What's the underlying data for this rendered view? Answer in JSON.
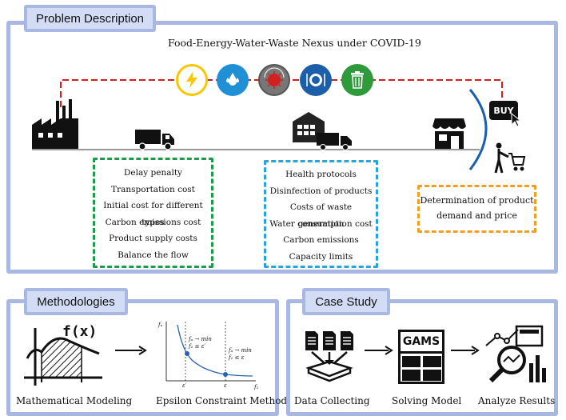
{
  "top": {
    "tab": "Problem Description",
    "title": "Food-Energy-Water-Waste Nexus under COVID-19",
    "icons": [
      "energy-icon",
      "water-icon",
      "covid-icon",
      "food-icon",
      "waste-icon"
    ],
    "buy_label": "BUY",
    "green_box": [
      "Delay penalty",
      "Transportation cost",
      "Initial cost for different types",
      "Carbon emissions cost",
      "Product supply costs",
      "Balance the flow"
    ],
    "blue_box": [
      "Health protocols",
      "Disinfection of products",
      "Costs of waste generation",
      "Water consumption cost",
      "Carbon emissions",
      "Capacity limits"
    ],
    "orange_box": [
      "Determination of product",
      "demand and price"
    ]
  },
  "methodologies": {
    "tab": "Methodologies",
    "fx_label": "f(x)",
    "left_caption": "Mathematical Modeling",
    "right_caption": "Epsilon Constraint Method",
    "chart": {
      "y_axis": "fₐ",
      "x_axis": "f₁",
      "note1_line1": "fₐ → min",
      "note1_line2": "f₁ ≤ ε′",
      "note2_line1": "fₐ → min",
      "note2_line2": "f₁ ≤ ε",
      "tick1": "ε′",
      "tick2": "ε"
    }
  },
  "case_study": {
    "tab": "Case Study",
    "gams_label": "GAMS",
    "step1": "Data Collecting",
    "step2": "Solving Model",
    "step3": "Analyze Results"
  },
  "colors": {
    "panel_border": "#a9b8e3",
    "tab_fill": "#d3dcf5",
    "dash_red": "#d21f1f",
    "green": "#1f9a4a",
    "blue": "#2aa3d6",
    "orange": "#f0a020",
    "energy": "#f7c800",
    "water": "#1f8fd6",
    "covid": "#777777",
    "food": "#1c5fa8",
    "waste": "#2e9a3c"
  }
}
